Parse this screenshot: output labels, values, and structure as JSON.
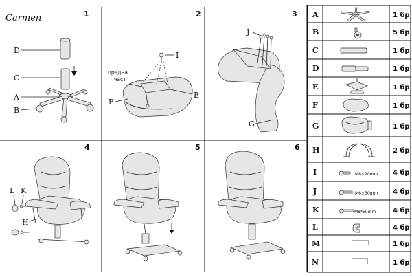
{
  "brand": "Carmen",
  "steps": [
    "1",
    "2",
    "3",
    "4",
    "5",
    "6"
  ],
  "step1": {
    "labels": [
      "D",
      "C",
      "A",
      "B"
    ]
  },
  "step2": {
    "labels": [
      "I",
      "E",
      "F"
    ],
    "note_line1": "предна",
    "note_line2": "част"
  },
  "step3": {
    "labels": [
      "J",
      "G"
    ]
  },
  "step4": {
    "labels": [
      "L",
      "K",
      "H"
    ]
  },
  "parts": [
    {
      "letter": "A",
      "qty": "1 бр",
      "size": ""
    },
    {
      "letter": "B",
      "qty": "5 бр",
      "size": ""
    },
    {
      "letter": "C",
      "qty": "1 бр",
      "size": ""
    },
    {
      "letter": "D",
      "qty": "1 бр",
      "size": ""
    },
    {
      "letter": "E",
      "qty": "1 бр",
      "size": ""
    },
    {
      "letter": "F",
      "qty": "1 бр",
      "size": ""
    },
    {
      "letter": "G",
      "qty": "1 бр",
      "size": ""
    },
    {
      "letter": "H",
      "qty": "2 бр",
      "size": ""
    },
    {
      "letter": "I",
      "qty": "4 бр",
      "size": "M6×20mm"
    },
    {
      "letter": "J",
      "qty": "4 бр",
      "size": "M6×30mm"
    },
    {
      "letter": "K",
      "qty": "4 бр",
      "size": "M8*50mm"
    },
    {
      "letter": "L",
      "qty": "4 бр",
      "size": ""
    },
    {
      "letter": "M",
      "qty": "1 бр",
      "size": ""
    },
    {
      "letter": "N",
      "qty": "1 бр",
      "size": ""
    }
  ]
}
